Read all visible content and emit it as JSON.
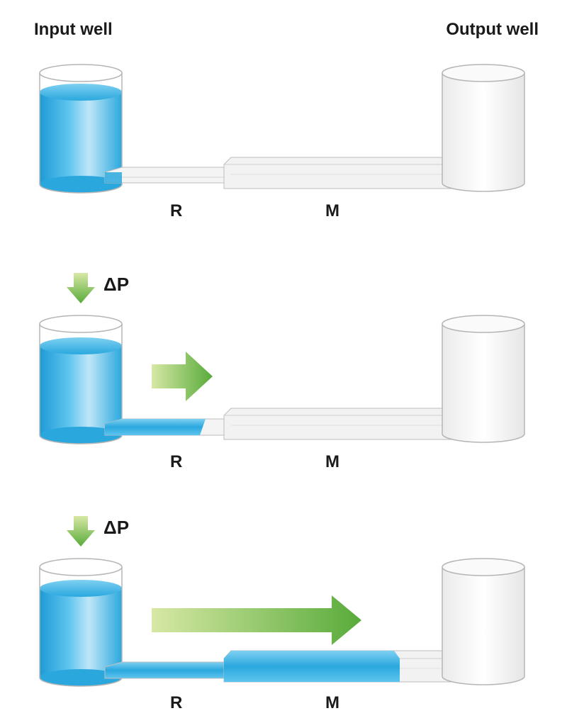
{
  "titles": {
    "input": "Input well",
    "output": "Output well"
  },
  "segments": {
    "r": "R",
    "m": "M"
  },
  "pressure_label": "ΔP",
  "colors": {
    "liquid": "#2aa8de",
    "liquid_light": "#bfe6f7",
    "glass": "#f2f2f2",
    "glass_edge": "#bdbdbd",
    "arrow_light": "#d4e7a0",
    "arrow_dark": "#5aac3a"
  },
  "panels": [
    {
      "stage": 1,
      "pressure_applied": false,
      "fill_r": 0.0,
      "fill_m": 0.0,
      "flow_arrow": "none"
    },
    {
      "stage": 2,
      "pressure_applied": true,
      "fill_r": 0.85,
      "fill_m": 0.0,
      "flow_arrow": "short"
    },
    {
      "stage": 3,
      "pressure_applied": true,
      "fill_r": 1.0,
      "fill_m": 0.74,
      "flow_arrow": "long"
    }
  ]
}
